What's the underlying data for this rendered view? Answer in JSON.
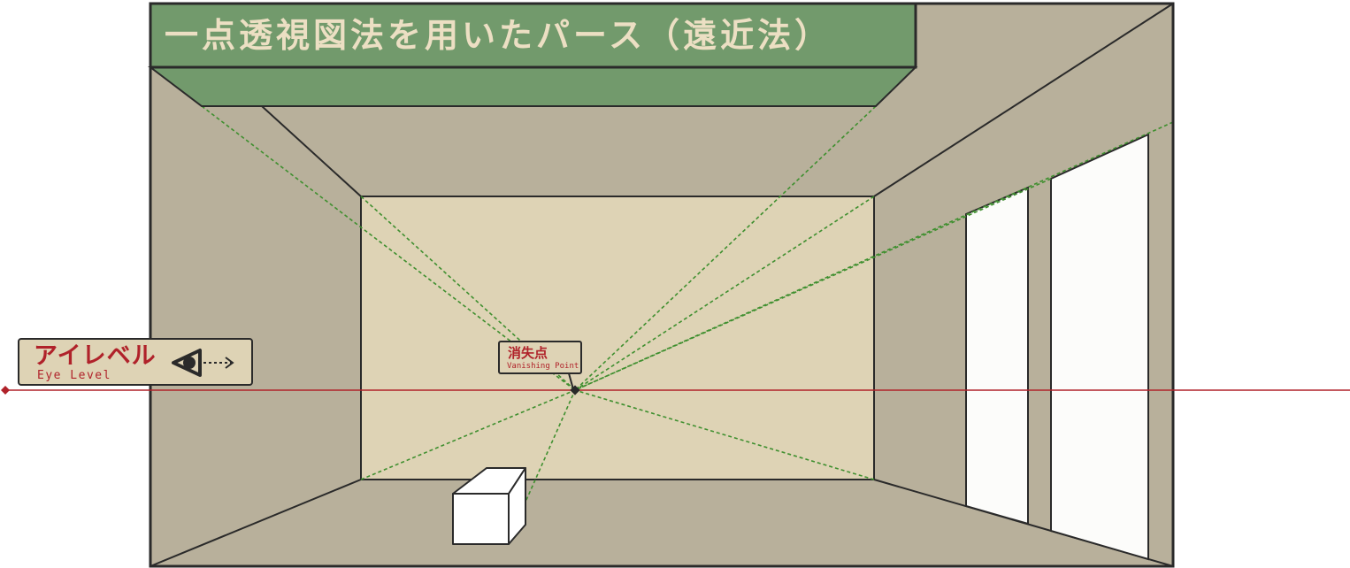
{
  "title": "一点透視図法を用いたパース（遠近法）",
  "eye_level": {
    "label_ja": "アイレベル",
    "label_en": "Eye Level"
  },
  "vanishing_point": {
    "label_ja": "消失点",
    "label_en": "Vanishing Point"
  },
  "colors": {
    "wall": "#b8b09b",
    "back_wall": "#ded3b5",
    "title_band": "#729a6c",
    "title_text": "#ecdfc3",
    "guide_line": "#3f8f2f",
    "eye_level_line": "#b0222a",
    "outline": "#2a2a2a",
    "window": "#fcfcfa",
    "box": "#ffffff"
  }
}
